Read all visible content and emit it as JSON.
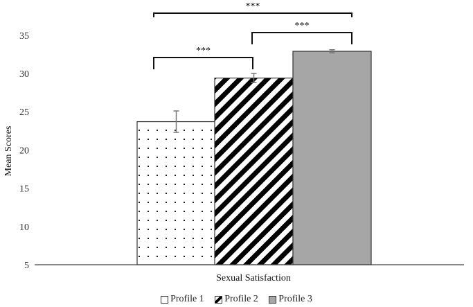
{
  "chart_data": {
    "type": "bar",
    "title": "",
    "xlabel": "Sexual Satisfaction",
    "ylabel": "Mean Scores",
    "ylim": [
      5,
      35
    ],
    "yticks": [
      5,
      10,
      15,
      20,
      25,
      30,
      35
    ],
    "categories": [
      "Sexual Satisfaction"
    ],
    "series": [
      {
        "name": "Profile 1",
        "values": [
          23.7
        ],
        "error": [
          1.4
        ],
        "pattern": "dots",
        "color": "#ffffff"
      },
      {
        "name": "Profile 2",
        "values": [
          29.4
        ],
        "error": [
          0.6
        ],
        "pattern": "diagonal-stripes",
        "color": "#000000"
      },
      {
        "name": "Profile 3",
        "values": [
          32.9
        ],
        "error": [
          0.2
        ],
        "pattern": "solid",
        "color": "#a6a6a6"
      }
    ],
    "annotations": [
      {
        "from": "Profile 1",
        "to": "Profile 2",
        "label": "***"
      },
      {
        "from": "Profile 2",
        "to": "Profile 3",
        "label": "***"
      },
      {
        "from": "Profile 1",
        "to": "Profile 3",
        "label": "***"
      }
    ],
    "grid": false,
    "legend_position": "bottom"
  },
  "legend": [
    "Profile 1",
    "Profile 2",
    "Profile 3"
  ]
}
